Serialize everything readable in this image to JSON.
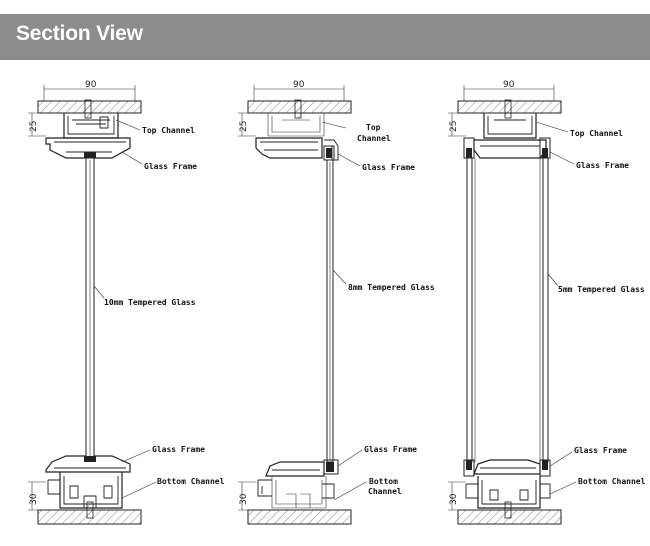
{
  "header": {
    "title": "Section View"
  },
  "colors": {
    "header_bg": "#8c8c8c",
    "header_text": "#ffffff",
    "line": "#222222"
  },
  "sections": [
    {
      "dim_width": "90",
      "dim_top": "25",
      "dim_bottom": "30",
      "labels": {
        "top_channel": "Top Channel",
        "glass_frame_top": "Glass Frame",
        "glass": "10mm Tempered Glass",
        "glass_frame_bottom": "Glass Frame",
        "bottom_channel": "Bottom Channel"
      }
    },
    {
      "dim_width": "90",
      "dim_top": "25",
      "dim_bottom": "30",
      "labels": {
        "top_channel_1": "Top",
        "top_channel_2": "Channel",
        "glass_frame_top": "Glass Frame",
        "glass": "8mm Tempered Glass",
        "glass_frame_bottom": "Glass Frame",
        "bottom_channel_1": "Bottom",
        "bottom_channel_2": "Channel"
      }
    },
    {
      "dim_width": "90",
      "dim_top": "25",
      "dim_bottom": "30",
      "labels": {
        "top_channel": "Top Channel",
        "glass_frame_top": "Glass Frame",
        "glass": "5mm Tempered Glass",
        "glass_frame_bottom": "Glass Frame",
        "bottom_channel": "Bottom Channel"
      }
    }
  ]
}
